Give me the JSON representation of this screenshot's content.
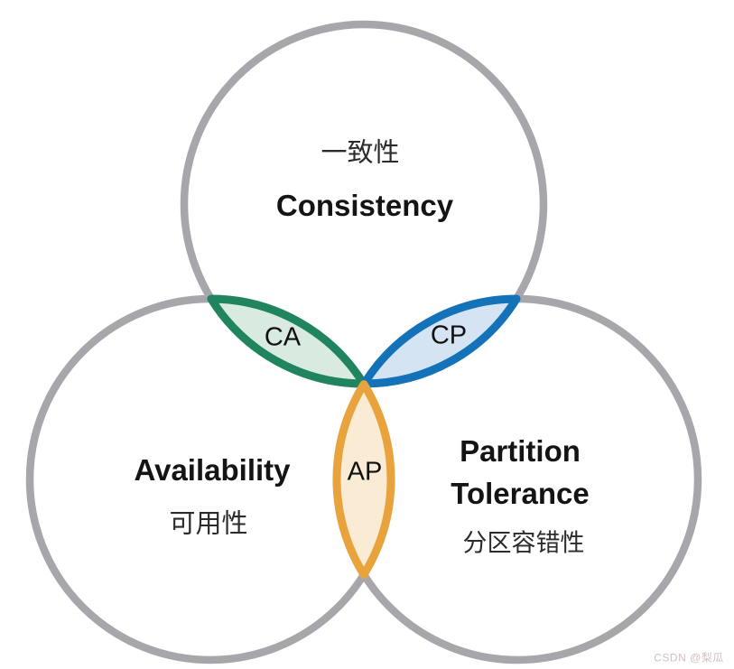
{
  "colors": {
    "background": "#FFFFFF",
    "circle_stroke": "#A7A7AB",
    "text": "#1F1F1F"
  },
  "circles": {
    "consistency": {
      "zh": "一致性",
      "en": "Consistency"
    },
    "availability": {
      "en": "Availability",
      "zh": "可用性"
    },
    "partition_tolerance": {
      "en_line1": "Partition",
      "en_line2": "Tolerance",
      "zh": "分区容错性"
    }
  },
  "intersections": {
    "ca": {
      "label": "CA",
      "stroke": "#20855F",
      "fill": "#D9EAE0"
    },
    "cp": {
      "label": "CP",
      "stroke": "#1473B8",
      "fill": "#D4E4F3"
    },
    "ap": {
      "label": "AP",
      "stroke": "#E8A33C",
      "fill": "#FAECD4"
    }
  },
  "watermark": "CSDN @梨瓜"
}
